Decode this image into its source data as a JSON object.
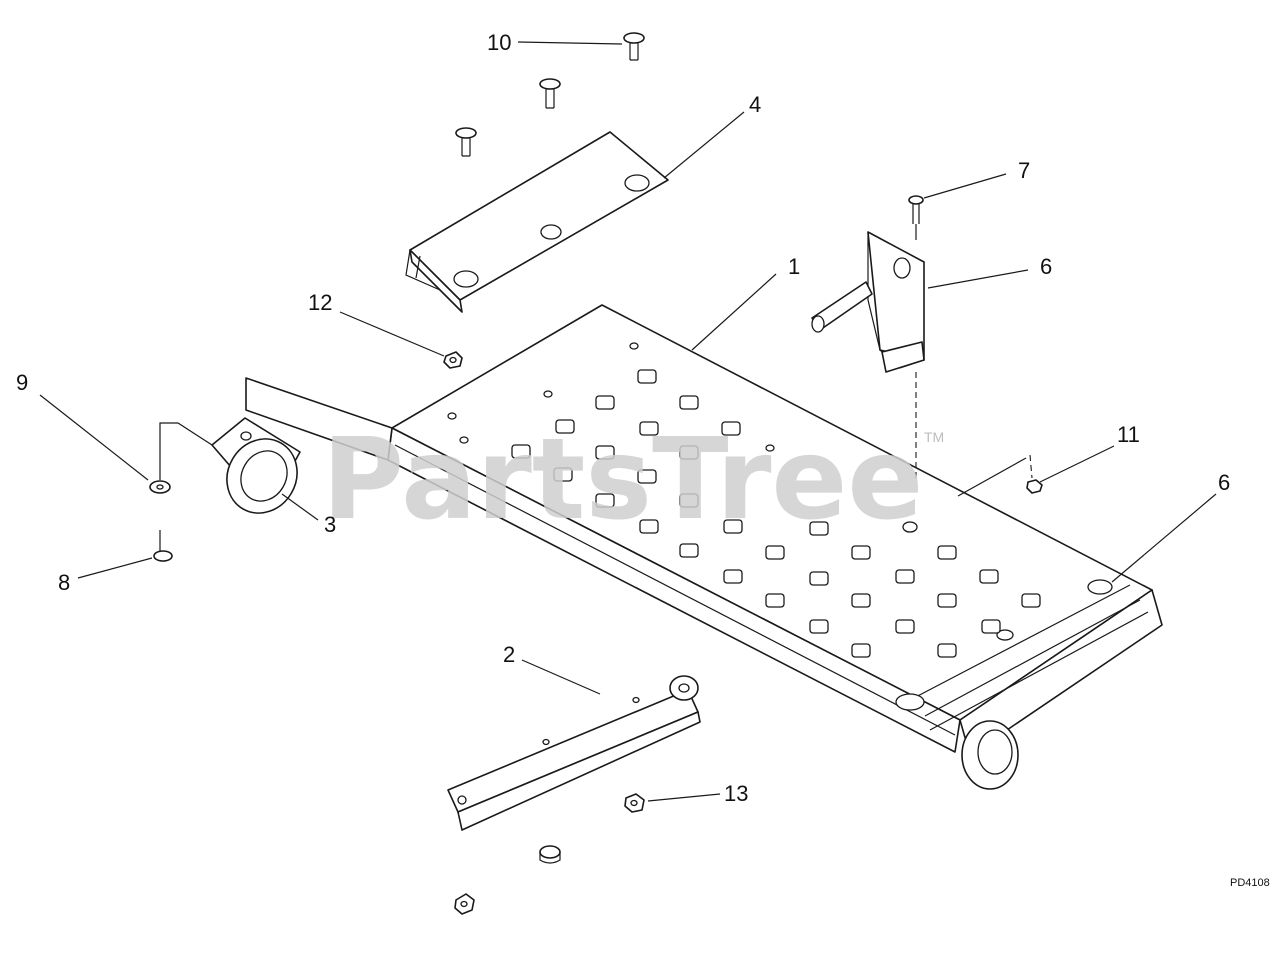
{
  "watermark": "PartsTree",
  "trademark": "TM",
  "drawing_code": "PD4108",
  "callouts": [
    {
      "id": "c1",
      "label": "1"
    },
    {
      "id": "c2",
      "label": "2"
    },
    {
      "id": "c3",
      "label": "3"
    },
    {
      "id": "c4",
      "label": "4"
    },
    {
      "id": "c6a",
      "label": "6"
    },
    {
      "id": "c6b",
      "label": "6"
    },
    {
      "id": "c7",
      "label": "7"
    },
    {
      "id": "c8",
      "label": "8"
    },
    {
      "id": "c9",
      "label": "9"
    },
    {
      "id": "c10",
      "label": "10"
    },
    {
      "id": "c11",
      "label": "11"
    },
    {
      "id": "c12",
      "label": "12"
    },
    {
      "id": "c13",
      "label": "13"
    }
  ]
}
